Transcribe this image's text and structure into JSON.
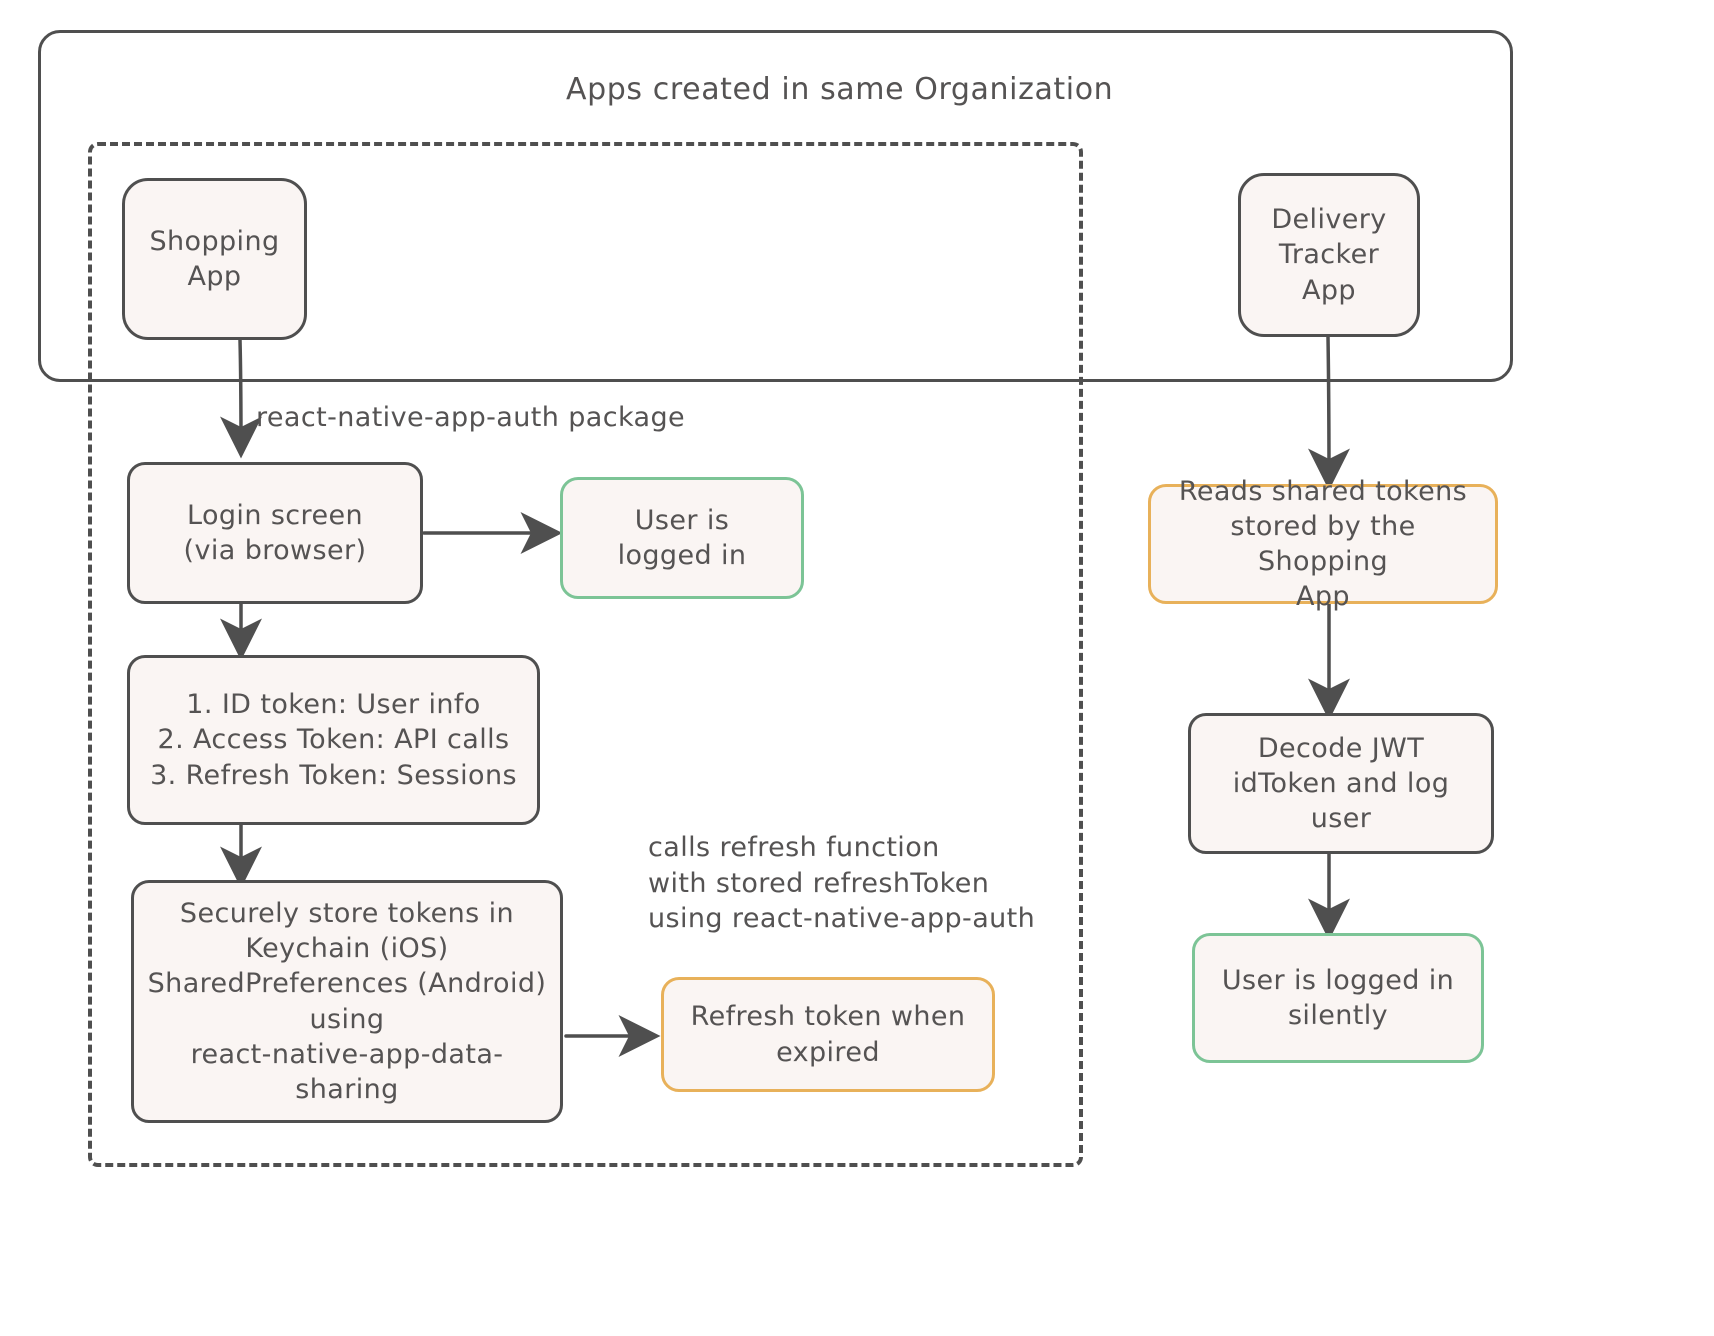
{
  "diagram": {
    "type": "flowchart",
    "title": "Apps created in same Organization",
    "groups": [
      {
        "id": "org",
        "label": "Apps created in same Organization",
        "style": "solid"
      },
      {
        "id": "shopping-flow",
        "label": "",
        "style": "dashed"
      }
    ],
    "nodes": [
      {
        "id": "shopping-app",
        "label": "Shopping\nApp",
        "color": "gray"
      },
      {
        "id": "delivery-app",
        "label": "Delivery\nTracker\nApp",
        "color": "gray"
      },
      {
        "id": "login-screen",
        "label": "Login screen\n(via browser)",
        "color": "gray"
      },
      {
        "id": "user-logged-in",
        "label": "User is\nlogged in",
        "color": "green"
      },
      {
        "id": "tokens",
        "label": "1. ID token: User info\n2. Access Token: API calls\n3. Refresh Token: Sessions",
        "color": "gray"
      },
      {
        "id": "secure-store",
        "label": "Securely store tokens in\nKeychain (iOS)\nSharedPreferences (Android)\nusing\nreact-native-app-data-\nsharing",
        "color": "gray"
      },
      {
        "id": "refresh-token",
        "label": "Refresh token when\nexpired",
        "color": "amber"
      },
      {
        "id": "reads-tokens",
        "label": "Reads shared tokens\nstored by the Shopping\nApp",
        "color": "amber"
      },
      {
        "id": "decode-jwt",
        "label": "Decode JWT\nidToken and log\nuser",
        "color": "gray"
      },
      {
        "id": "silent-login",
        "label": "User is logged in\nsilently",
        "color": "green"
      }
    ],
    "edge_labels": [
      {
        "id": "auth-package",
        "text": "react-native-app-auth package"
      },
      {
        "id": "refresh-note",
        "text": "calls refresh function\nwith stored refreshToken\nusing react-native-app-auth"
      }
    ],
    "edges": [
      {
        "from": "shopping-app",
        "to": "login-screen",
        "label": "react-native-app-auth package"
      },
      {
        "from": "login-screen",
        "to": "user-logged-in",
        "label": ""
      },
      {
        "from": "login-screen",
        "to": "tokens",
        "label": ""
      },
      {
        "from": "tokens",
        "to": "secure-store",
        "label": ""
      },
      {
        "from": "secure-store",
        "to": "refresh-token",
        "label": "calls refresh function with stored refreshToken using react-native-app-auth"
      },
      {
        "from": "delivery-app",
        "to": "reads-tokens",
        "label": ""
      },
      {
        "from": "reads-tokens",
        "to": "decode-jwt",
        "label": ""
      },
      {
        "from": "decode-jwt",
        "to": "silent-login",
        "label": ""
      }
    ],
    "colors": {
      "stroke": "#4f4f4f",
      "node_fill": "#faf5f3",
      "text": "#555353",
      "green": "#7cc496",
      "amber": "#e8b15a",
      "background": "#ffffff"
    }
  }
}
